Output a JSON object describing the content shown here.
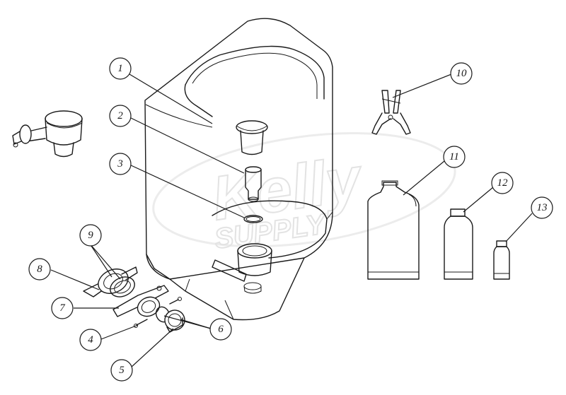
{
  "watermark": {
    "brand": "Kelly",
    "tagline": "SUPPLY"
  },
  "callouts": [
    {
      "id": "1",
      "label": "1"
    },
    {
      "id": "2",
      "label": "2"
    },
    {
      "id": "3",
      "label": "3"
    },
    {
      "id": "4",
      "label": "4"
    },
    {
      "id": "5",
      "label": "5"
    },
    {
      "id": "6",
      "label": "6"
    },
    {
      "id": "7",
      "label": "7"
    },
    {
      "id": "8",
      "label": "8"
    },
    {
      "id": "9",
      "label": "9"
    },
    {
      "id": "10",
      "label": "10"
    },
    {
      "id": "11",
      "label": "11"
    },
    {
      "id": "12",
      "label": "12"
    },
    {
      "id": "13",
      "label": "13"
    }
  ]
}
